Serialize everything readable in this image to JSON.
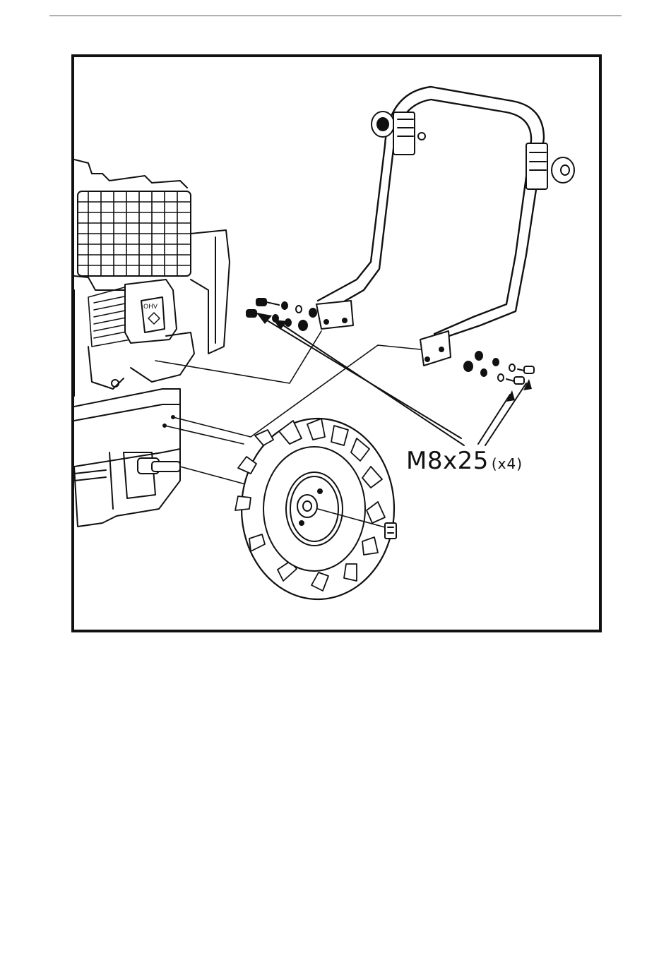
{
  "figure": {
    "callout": {
      "bolt_size": "M8x25",
      "quantity": "(x4)"
    },
    "engine_cover_text": "OHV",
    "colors": {
      "ink": "#111111",
      "paper": "#ffffff",
      "rule": "#555555"
    }
  }
}
